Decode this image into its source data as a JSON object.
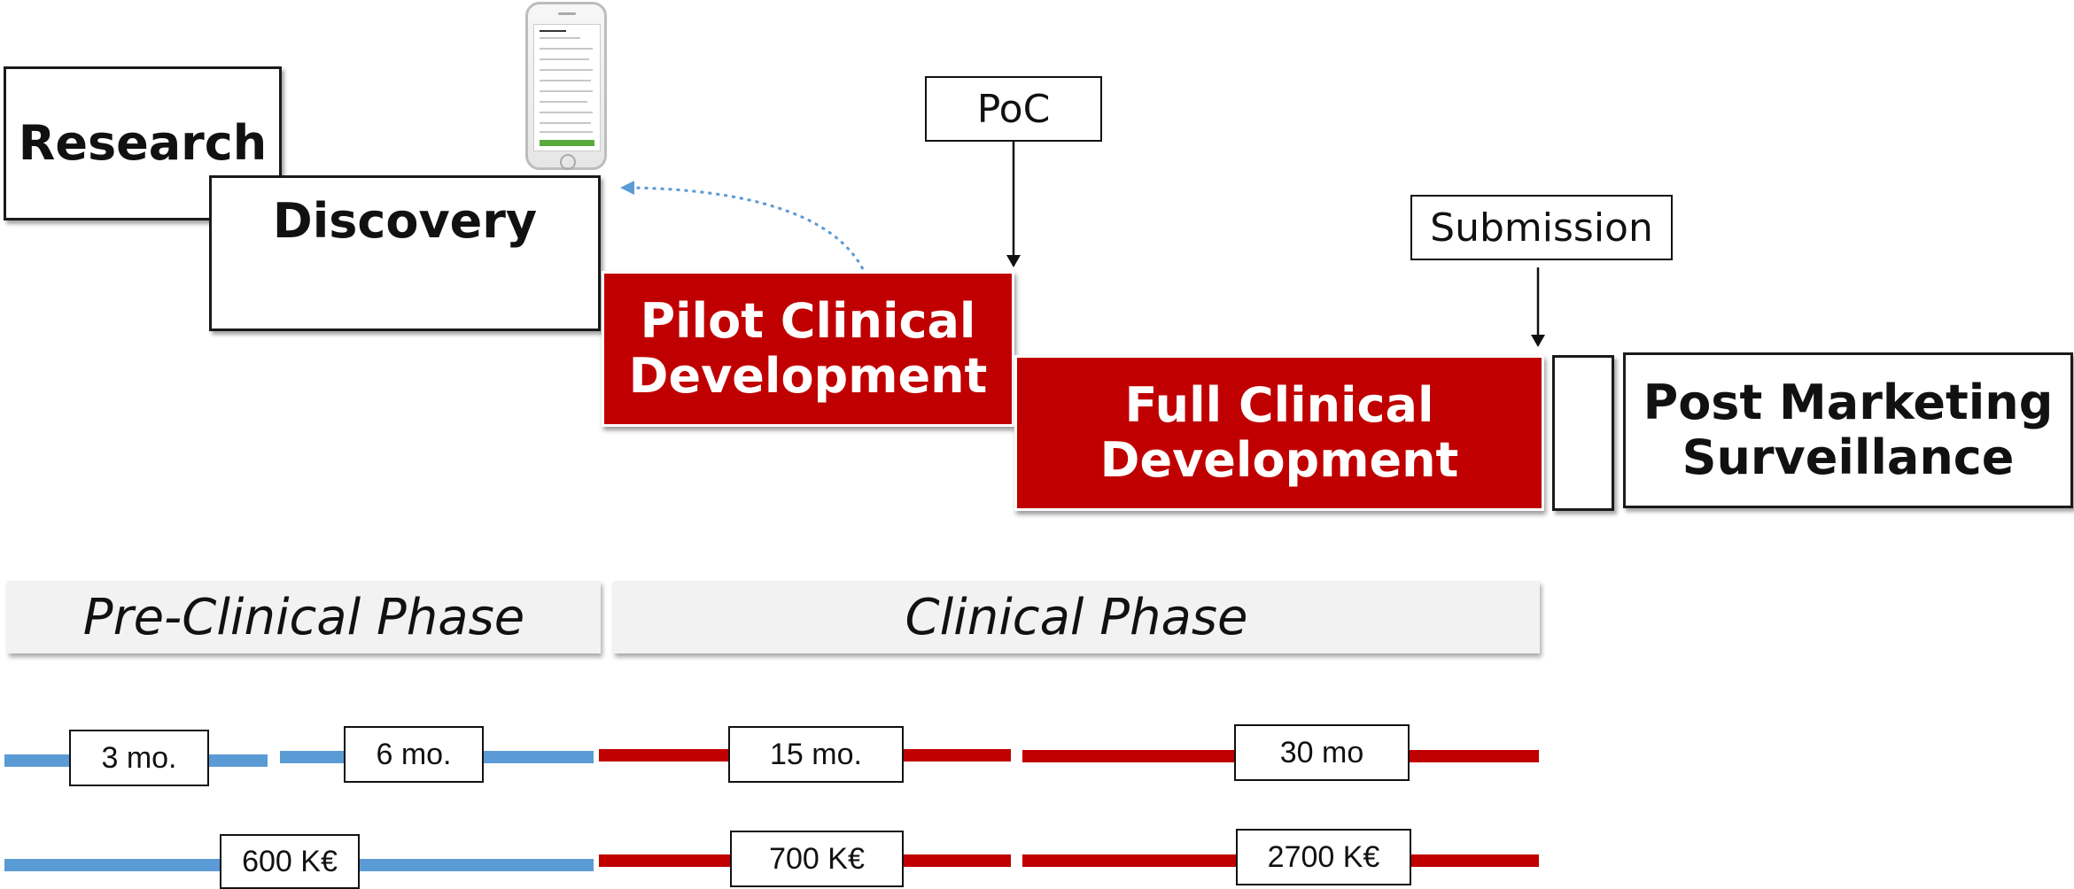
{
  "stages": {
    "research": "Research",
    "discovery": "Discovery",
    "pilot": [
      "Pilot Clinical",
      "Development"
    ],
    "full": [
      "Full Clinical",
      "Development"
    ],
    "post": [
      "Post Marketing",
      "Surveillance"
    ]
  },
  "milestones": {
    "poc": "PoC",
    "submission": "Submission"
  },
  "phases": {
    "preclinical": "Pre-Clinical Phase",
    "clinical": "Clinical Phase"
  },
  "durations": [
    "3 mo.",
    "6 mo.",
    "15 mo.",
    "30 mo"
  ],
  "costs": [
    "600 K€",
    "700 K€",
    "2700 K€"
  ],
  "colors": {
    "clinical_red": "#c00000",
    "preclinical_blue": "#5b9bd5",
    "phase_band": "#f2f2f2"
  }
}
